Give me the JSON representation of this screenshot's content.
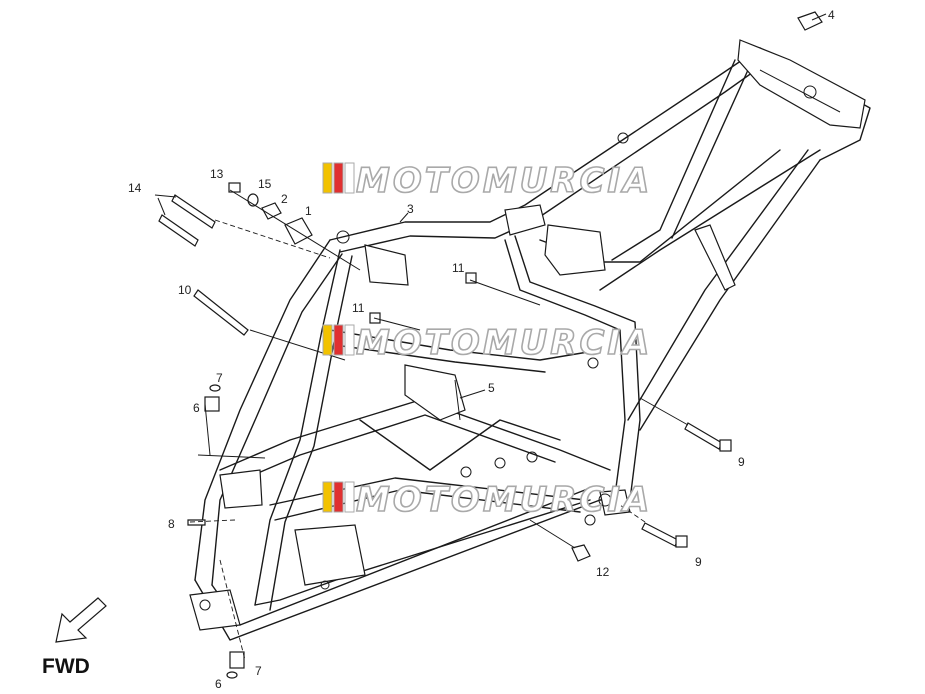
{
  "labels": {
    "l1": "1",
    "l2": "2",
    "l3": "3",
    "l4": "4",
    "l5": "5",
    "l6a": "6",
    "l6b": "6",
    "l7a": "7",
    "l7b": "7",
    "l8": "8",
    "l9a": "9",
    "l9b": "9",
    "l10": "10",
    "l11a": "11",
    "l11b": "11",
    "l12": "12",
    "l13": "13",
    "l14": "14",
    "l15": "15"
  },
  "direction_label": "FWD",
  "watermark": "MOTOMURCIA",
  "colors": {
    "line": "#1a1a1a",
    "watermark_red": "#e03030",
    "watermark_yellow": "#f2c200",
    "watermark_outline": "#a9a9a9"
  }
}
